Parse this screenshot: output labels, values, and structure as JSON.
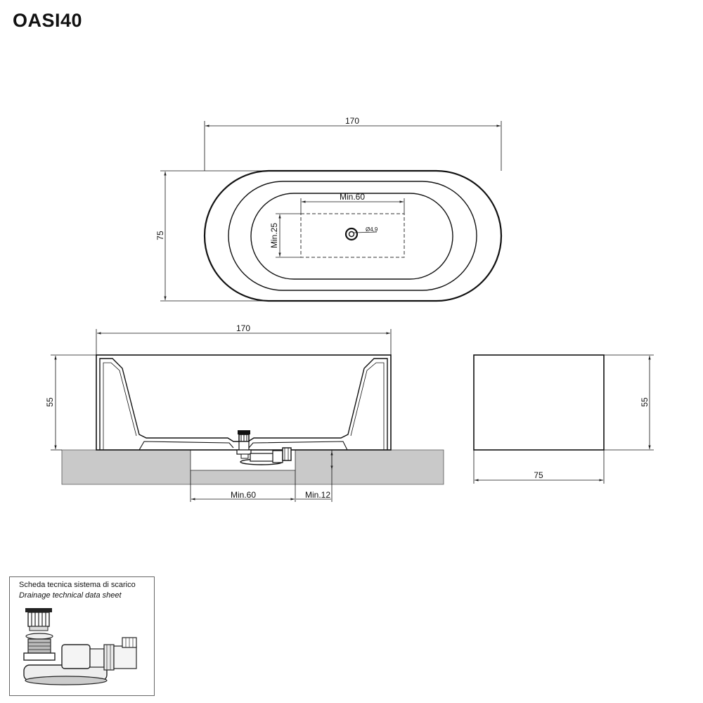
{
  "title": "OASI40",
  "top_view": {
    "width_label": "170",
    "depth_label": "75",
    "drain_zone_width_label": "Min.60",
    "drain_zone_height_label": "Min.25",
    "drain_diameter_label": "Ø4,9"
  },
  "front_view": {
    "width_label": "170",
    "height_label": "55",
    "opening_label": "Min.60",
    "offset_label": "Min.12"
  },
  "side_view": {
    "height_label": "55",
    "depth_label": "75"
  },
  "drainage_box": {
    "title_it": "Scheda tecnica sistema di scarico",
    "title_en": "Drainage technical data sheet"
  }
}
